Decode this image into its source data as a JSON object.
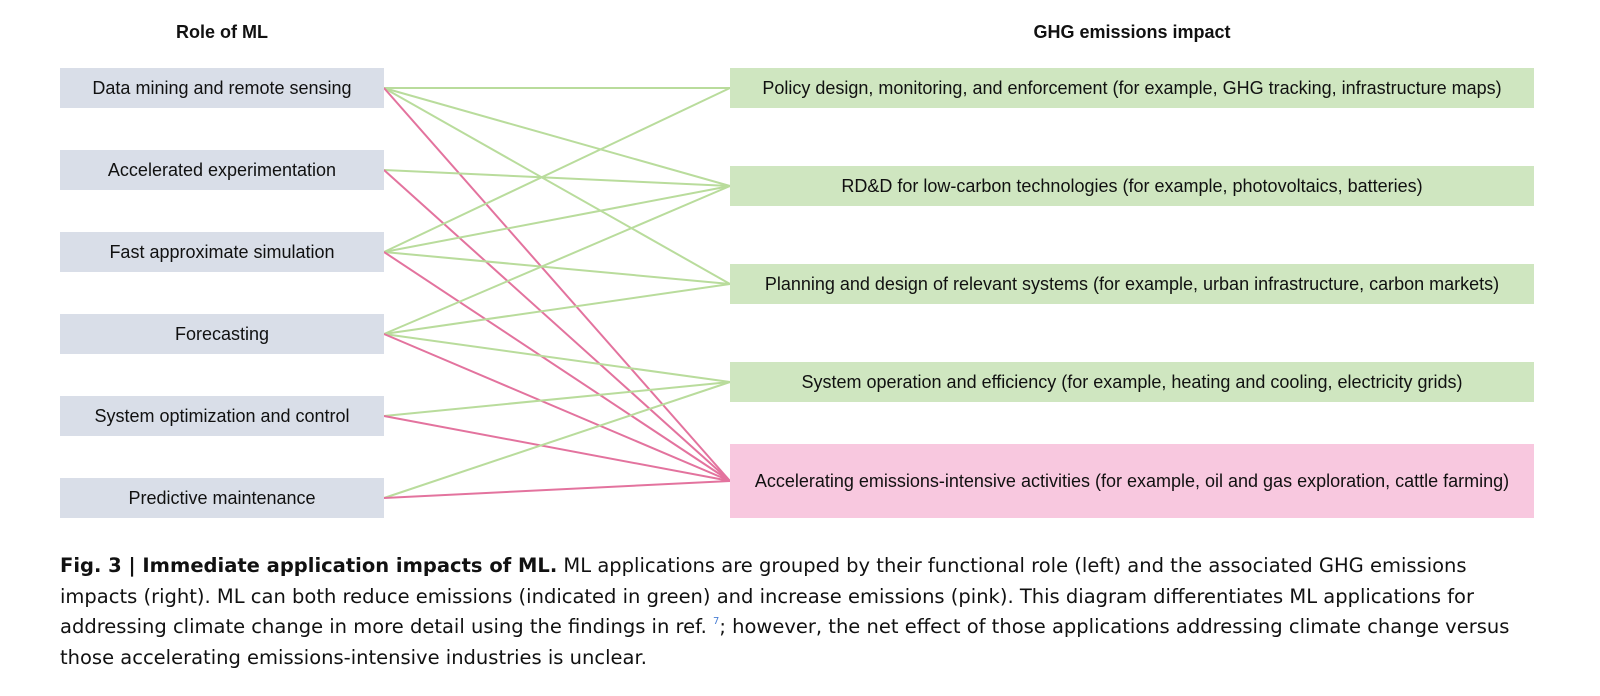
{
  "headers": {
    "left": "Role of ML",
    "right": "GHG emissions impact"
  },
  "roles": [
    "Data mining and remote sensing",
    "Accelerated experimentation",
    "Fast approximate simulation",
    "Forecasting",
    "System optimization and control",
    "Predictive maintenance"
  ],
  "impacts": [
    "Policy design, monitoring, and enforcement (for example, GHG tracking, infrastructure maps)",
    "RD&D for low-carbon technologies (for example, photovoltaics, batteries)",
    "Planning and design of relevant systems (for example, urban infrastructure, carbon markets)",
    "System operation and efficiency (for example, heating and cooling, electricity grids)",
    "Accelerating emissions-intensive activities (for example, oil and gas exploration, cattle farming)"
  ],
  "links": [
    {
      "from": 0,
      "to": 0,
      "effect": "reduce"
    },
    {
      "from": 0,
      "to": 1,
      "effect": "reduce"
    },
    {
      "from": 0,
      "to": 2,
      "effect": "reduce"
    },
    {
      "from": 0,
      "to": 4,
      "effect": "increase"
    },
    {
      "from": 1,
      "to": 1,
      "effect": "reduce"
    },
    {
      "from": 1,
      "to": 4,
      "effect": "increase"
    },
    {
      "from": 2,
      "to": 0,
      "effect": "reduce"
    },
    {
      "from": 2,
      "to": 1,
      "effect": "reduce"
    },
    {
      "from": 2,
      "to": 2,
      "effect": "reduce"
    },
    {
      "from": 2,
      "to": 4,
      "effect": "increase"
    },
    {
      "from": 3,
      "to": 1,
      "effect": "reduce"
    },
    {
      "from": 3,
      "to": 2,
      "effect": "reduce"
    },
    {
      "from": 3,
      "to": 3,
      "effect": "reduce"
    },
    {
      "from": 3,
      "to": 4,
      "effect": "increase"
    },
    {
      "from": 4,
      "to": 3,
      "effect": "reduce"
    },
    {
      "from": 4,
      "to": 4,
      "effect": "increase"
    },
    {
      "from": 5,
      "to": 3,
      "effect": "reduce"
    },
    {
      "from": 5,
      "to": 4,
      "effect": "increase"
    }
  ],
  "colors": {
    "role_box": "#d9dee8",
    "impact_reduce_box": "#cfe6c0",
    "impact_increase_box": "#f8c8df",
    "reduce_line": "#b9dc9c",
    "increase_line": "#e3739e"
  },
  "caption": {
    "label": "Fig. 3 | Immediate application impacts of ML.",
    "text_before_ref": " ML applications are grouped by their functional role (left) and the associated GHG emissions impacts (right). ML can both reduce emissions (indicated in green) and increase emissions (pink). This diagram differentiates ML applications for addressing climate change in more detail using the findings in ref. ",
    "ref": "7",
    "text_after_ref": "; however, the net effect of those applications addressing climate change versus those accelerating emissions-intensive industries is unclear."
  }
}
